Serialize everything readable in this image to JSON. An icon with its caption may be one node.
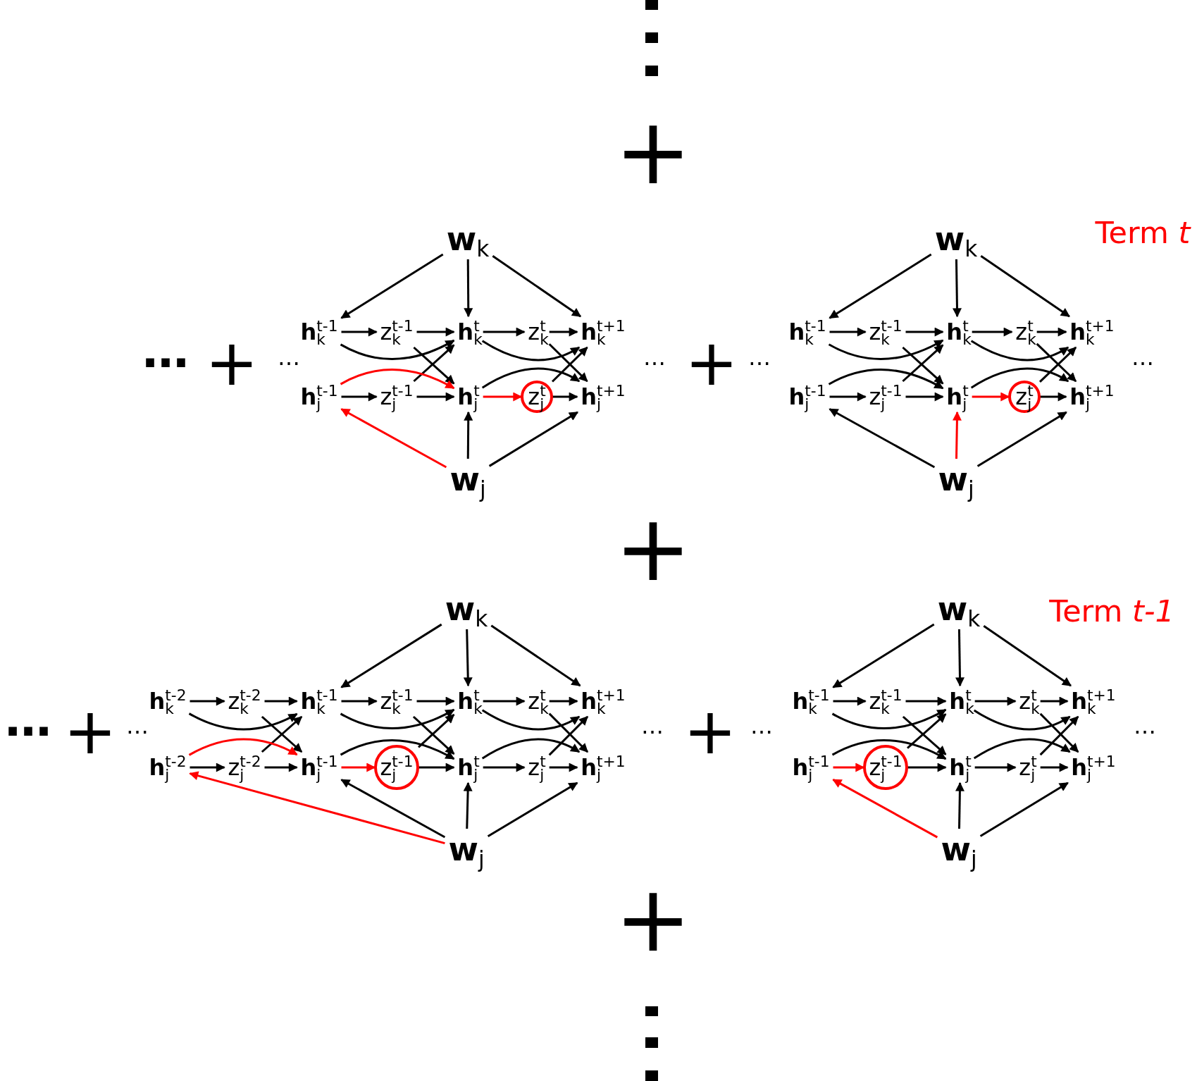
{
  "diagram": {
    "nodes": [
      {
        "text": [
          "**w**$_{k}$"
        ]
      },
      {
        "text": [
          "**h**$_{k}$$^{t-1}$"
        ]
      },
      {
        "text": [
          "z$_{k}$$^{t-1}$"
        ]
      },
      {
        "text": [
          "**h**$_{k}$$^{t}$"
        ]
      },
      {
        "text": [
          "z$_{k}$$^{t}$"
        ]
      },
      {
        "text": [
          "**h**$_{k}$$^{t+1}$"
        ]
      },
      {
        "text": [
          "**h**$_{j}$$^{t-1}$"
        ]
      },
      {
        "text": [
          "z$_{j}$$^{t-1}$"
        ]
      },
      {
        "text": [
          "**h**$_{j}$$^{t}$"
        ]
      },
      {
        "text": [],
        "shape": "circle"
      },
      {
        "text": [
          "z$_{j}$$^{t}$"
        ],
        "in": 9
      },
      {
        "text": [
          "**h**$_{j}$$^{t+1}$"
        ]
      },
      {
        "text": [
          "**w**$_{j}$"
        ]
      },
      {
        "text": [
          "**w**$_{k}$"
        ]
      },
      {
        "text": [
          "**h**$_{k}$$^{t-1}$"
        ]
      },
      {
        "text": [
          "z$_{k}$$^{t-1}$"
        ]
      },
      {
        "text": [
          "**h**$_{k}$$^{t}$"
        ]
      },
      {
        "text": [
          "z$_{k}$$^{t}$"
        ]
      },
      {
        "text": [
          "**h**$_{k}$$^{t+1}$"
        ]
      },
      {
        "text": [
          "**h**$_{j}$$^{t-1}$"
        ]
      },
      {
        "text": [
          "z$_{j}$$^{t-1}$"
        ]
      },
      {
        "text": [
          "**h**$_{j}$$^{t}$"
        ]
      },
      {
        "text": [],
        "shape": "circle"
      },
      {
        "text": [
          "z$_{j}$$^{t}$"
        ],
        "in": 22
      },
      {
        "text": [
          "**h**$_{j}$$^{t+1}$"
        ]
      },
      {
        "text": [
          "**w**$_{j}$"
        ]
      },
      {
        "text": [
          "**w**$_{k}$"
        ]
      },
      {
        "text": [
          "**h**$_{k}$$^{t-2}$"
        ]
      },
      {
        "text": [
          "z$_{k}$$^{t-2}$"
        ]
      },
      {
        "text": [
          "**h**$_{k}$$^{t-1}$"
        ]
      },
      {
        "text": [
          "z$_{k}$$^{t-1}$"
        ]
      },
      {
        "text": [
          "**h**$_{k}$$^{t}$"
        ]
      },
      {
        "text": [
          "z$_{k}$$^{t}$"
        ]
      },
      {
        "text": [
          "**h**$_{k}$$^{t+1}$"
        ]
      },
      {
        "text": [
          "**h**$_{j}$$^{t-2}$"
        ]
      },
      {
        "text": [
          "z$_{j}$$^{t-2}$"
        ]
      },
      {
        "text": [
          "**h**$_{j}$$^{t-1}$"
        ]
      },
      {
        "text": [],
        "shape": "circle"
      },
      {
        "text": [
          "z$_{j}$$^{t-1}$"
        ],
        "in": 37
      },
      {
        "text": [
          "**h**$_{j}$$^{t}$"
        ]
      },
      {
        "text": [
          "z$_{j}$$^{t}$"
        ]
      },
      {
        "text": [
          "**h**$_{j}$$^{t+1}$"
        ]
      },
      {
        "text": [
          "**w**$_{j}$"
        ]
      },
      {
        "text": [
          "**w**$_{k}$"
        ]
      },
      {
        "text": [
          "**h**$_{k}$$^{t-1}$"
        ]
      },
      {
        "text": [
          "z$_{k}$$^{t-1}$"
        ]
      },
      {
        "text": [
          "**h**$_{k}$$^{t}$"
        ]
      },
      {
        "text": [
          "z$_{k}$$^{t}$"
        ]
      },
      {
        "text": [
          "**h**$_{k}$$^{t+1}$"
        ]
      },
      {
        "text": [
          "**h**$_{j}$$^{t-1}$"
        ]
      },
      {
        "text": [],
        "shape": "circle"
      },
      {
        "text": [
          "z$_{j}$$^{t-1}$"
        ],
        "in": 50
      },
      {
        "text": [
          "**h**$_{j}$$^{t}$"
        ]
      },
      {
        "text": [
          "z$_{j}$$^{t}$"
        ]
      },
      {
        "text": [
          "**h**$_{j}$$^{t+1}$"
        ]
      },
      {
        "text": [
          "**w**$_{j}$"
        ]
      }
    ],
    "edges": [
      {
        "from": 0,
        "to": 1,
        "arrow": "to"
      },
      {
        "from": 0,
        "to": 3,
        "arrow": "to"
      },
      {
        "from": 0,
        "to": 5,
        "arrow": "to"
      },
      {
        "from": 1,
        "to": 2,
        "arrow": "to"
      },
      {
        "from": 2,
        "to": 3,
        "arrow": "to"
      },
      {
        "from": 1,
        "to": 3,
        "arrow": "to"
      },
      {
        "from": 3,
        "to": 4,
        "arrow": "to"
      },
      {
        "from": 4,
        "to": 5,
        "arrow": "to"
      },
      {
        "from": 3,
        "to": 5,
        "arrow": "to"
      },
      {
        "from": 2,
        "to": 8,
        "arrow": "to"
      },
      {
        "from": 7,
        "to": 3,
        "arrow": "to"
      },
      {
        "from": 4,
        "to": 11,
        "arrow": "to"
      },
      {
        "from": 10,
        "to": 5,
        "arrow": "to"
      },
      {
        "from": 6,
        "to": 7,
        "arrow": "to"
      },
      {
        "from": 7,
        "to": 8,
        "arrow": "to"
      },
      {
        "from": 6,
        "to": 8,
        "arrow": "to",
        "color": "#ff0000"
      },
      {
        "from": 8,
        "to": 10,
        "arrow": "to",
        "color": "#ff0000"
      },
      {
        "from": 10,
        "to": 11,
        "arrow": "to"
      },
      {
        "from": 8,
        "to": 11,
        "arrow": "to"
      },
      {
        "from": 12,
        "to": 6,
        "arrow": "to",
        "color": "#ff0000"
      },
      {
        "from": 12,
        "to": 8,
        "arrow": "to"
      },
      {
        "from": 12,
        "to": 11,
        "arrow": "to"
      },
      {
        "from": 13,
        "to": 14,
        "arrow": "to"
      },
      {
        "from": 13,
        "to": 16,
        "arrow": "to"
      },
      {
        "from": 13,
        "to": 18,
        "arrow": "to"
      },
      {
        "from": 14,
        "to": 15,
        "arrow": "to"
      },
      {
        "from": 15,
        "to": 16,
        "arrow": "to"
      },
      {
        "from": 14,
        "to": 16,
        "arrow": "to"
      },
      {
        "from": 16,
        "to": 17,
        "arrow": "to"
      },
      {
        "from": 17,
        "to": 18,
        "arrow": "to"
      },
      {
        "from": 16,
        "to": 18,
        "arrow": "to"
      },
      {
        "from": 15,
        "to": 21,
        "arrow": "to"
      },
      {
        "from": 20,
        "to": 16,
        "arrow": "to"
      },
      {
        "from": 17,
        "to": 24,
        "arrow": "to"
      },
      {
        "from": 23,
        "to": 18,
        "arrow": "to"
      },
      {
        "from": 19,
        "to": 20,
        "arrow": "to"
      },
      {
        "from": 20,
        "to": 21,
        "arrow": "to"
      },
      {
        "from": 19,
        "to": 21,
        "arrow": "to"
      },
      {
        "from": 21,
        "to": 23,
        "arrow": "to",
        "color": "#ff0000"
      },
      {
        "from": 23,
        "to": 24,
        "arrow": "to"
      },
      {
        "from": 21,
        "to": 24,
        "arrow": "to"
      },
      {
        "from": 25,
        "to": 19,
        "arrow": "to"
      },
      {
        "from": 25,
        "to": 21,
        "arrow": "to",
        "color": "#ff0000"
      },
      {
        "from": 25,
        "to": 24,
        "arrow": "to"
      },
      {
        "from": 26,
        "to": 29,
        "arrow": "to"
      },
      {
        "from": 26,
        "to": 31,
        "arrow": "to"
      },
      {
        "from": 26,
        "to": 33,
        "arrow": "to"
      },
      {
        "from": 27,
        "to": 28,
        "arrow": "to"
      },
      {
        "from": 28,
        "to": 29,
        "arrow": "to"
      },
      {
        "from": 27,
        "to": 29,
        "arrow": "to"
      },
      {
        "from": 29,
        "to": 30,
        "arrow": "to"
      },
      {
        "from": 30,
        "to": 31,
        "arrow": "to"
      },
      {
        "from": 29,
        "to": 31,
        "arrow": "to"
      },
      {
        "from": 31,
        "to": 32,
        "arrow": "to"
      },
      {
        "from": 32,
        "to": 33,
        "arrow": "to"
      },
      {
        "from": 31,
        "to": 33,
        "arrow": "to"
      },
      {
        "from": 28,
        "to": 36,
        "arrow": "to"
      },
      {
        "from": 35,
        "to": 29,
        "arrow": "to"
      },
      {
        "from": 30,
        "to": 39,
        "arrow": "to"
      },
      {
        "from": 38,
        "to": 31,
        "arrow": "to"
      },
      {
        "from": 32,
        "to": 41,
        "arrow": "to"
      },
      {
        "from": 40,
        "to": 33,
        "arrow": "to"
      },
      {
        "from": 34,
        "to": 35,
        "arrow": "to"
      },
      {
        "from": 35,
        "to": 36,
        "arrow": "to"
      },
      {
        "from": 34,
        "to": 36,
        "arrow": "to",
        "color": "#ff0000"
      },
      {
        "from": 36,
        "to": 38,
        "arrow": "to",
        "color": "#ff0000"
      },
      {
        "from": 38,
        "to": 39,
        "arrow": "to"
      },
      {
        "from": 36,
        "to": 39,
        "arrow": "to"
      },
      {
        "from": 39,
        "to": 40,
        "arrow": "to"
      },
      {
        "from": 40,
        "to": 41,
        "arrow": "to"
      },
      {
        "from": 39,
        "to": 41,
        "arrow": "to"
      },
      {
        "from": 42,
        "to": 34,
        "arrow": "to",
        "color": "#ff0000"
      },
      {
        "from": 42,
        "to": 36,
        "arrow": "to"
      },
      {
        "from": 42,
        "to": 39,
        "arrow": "to"
      },
      {
        "from": 42,
        "to": 41,
        "arrow": "to"
      },
      {
        "from": 43,
        "to": 44,
        "arrow": "to"
      },
      {
        "from": 43,
        "to": 46,
        "arrow": "to"
      },
      {
        "from": 43,
        "to": 48,
        "arrow": "to"
      },
      {
        "from": 44,
        "to": 45,
        "arrow": "to"
      },
      {
        "from": 45,
        "to": 46,
        "arrow": "to"
      },
      {
        "from": 44,
        "to": 46,
        "arrow": "to"
      },
      {
        "from": 46,
        "to": 47,
        "arrow": "to"
      },
      {
        "from": 47,
        "to": 48,
        "arrow": "to"
      },
      {
        "from": 46,
        "to": 48,
        "arrow": "to"
      },
      {
        "from": 45,
        "to": 52,
        "arrow": "to"
      },
      {
        "from": 51,
        "to": 46,
        "arrow": "to"
      },
      {
        "from": 47,
        "to": 54,
        "arrow": "to"
      },
      {
        "from": 53,
        "to": 48,
        "arrow": "to"
      },
      {
        "from": 49,
        "to": 51,
        "arrow": "to",
        "color": "#ff0000"
      },
      {
        "from": 51,
        "to": 52,
        "arrow": "to"
      },
      {
        "from": 49,
        "to": 52,
        "arrow": "to"
      },
      {
        "from": 52,
        "to": 53,
        "arrow": "to"
      },
      {
        "from": 53,
        "to": 54,
        "arrow": "to"
      },
      {
        "from": 52,
        "to": 54,
        "arrow": "to"
      },
      {
        "from": 55,
        "to": 49,
        "arrow": "to",
        "color": "#ff0000"
      },
      {
        "from": 55,
        "to": 52,
        "arrow": "to"
      },
      {
        "from": 55,
        "to": 54,
        "arrow": "to"
      }
    ],
    "labels": [
      "+",
      "Term *t*",
      "…",
      "+",
      "…",
      "…",
      "+",
      "…",
      "…",
      "+",
      "Term *t-1*",
      "…",
      "+",
      "…",
      "…",
      "+",
      "…",
      "…",
      "+"
    ]
  }
}
